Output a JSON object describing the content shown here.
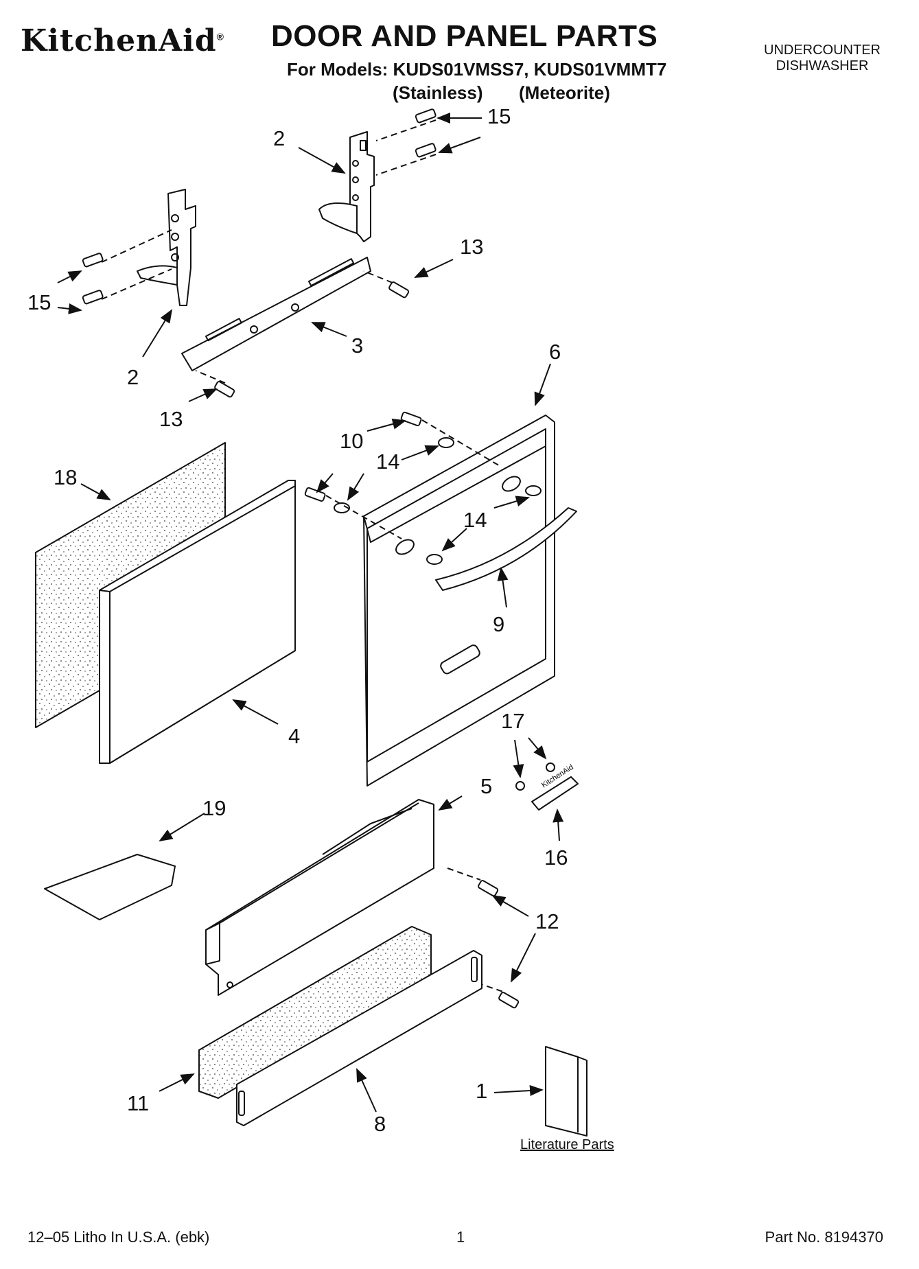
{
  "header": {
    "brand": "KitchenAid",
    "brand_mark": "®",
    "title": "DOOR AND PANEL PARTS",
    "models": "For Models: KUDS01VMSS7, KUDS01VMMT7",
    "variant_1": "(Stainless)",
    "variant_2": "(Meteorite)",
    "product_line1": "UNDERCOUNTER",
    "product_line2": "DISHWASHER"
  },
  "callouts": {
    "c1": "1",
    "c2a": "2",
    "c2b": "2",
    "c3": "3",
    "c4": "4",
    "c5": "5",
    "c6": "6",
    "c8": "8",
    "c9": "9",
    "c10": "10",
    "c11": "11",
    "c12": "12",
    "c13a": "13",
    "c13b": "13",
    "c14a": "14",
    "c14b": "14",
    "c15a": "15",
    "c15b": "15",
    "c16": "16",
    "c17": "17",
    "c18": "18",
    "c19": "19"
  },
  "literature_label": "Literature Parts",
  "badge_text": "KitchenAid",
  "footer": {
    "left": "12–05 Litho In U.S.A. (ebk)",
    "page": "1",
    "part_no": "Part No. 8194370"
  }
}
